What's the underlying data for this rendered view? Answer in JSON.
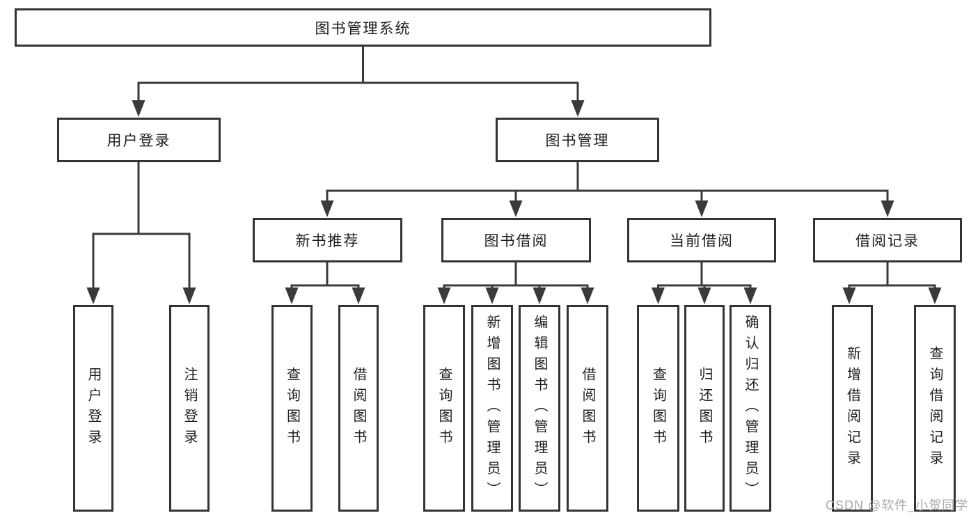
{
  "diagram": {
    "tree": {
      "label": "图书管理系统",
      "children": [
        {
          "label": "用户登录",
          "children": [
            {
              "label": "用户登录"
            },
            {
              "label": "注销登录"
            }
          ]
        },
        {
          "label": "图书管理",
          "children": [
            {
              "label": "新书推荐",
              "children": [
                {
                  "label": "查询图书"
                },
                {
                  "label": "借阅图书"
                }
              ]
            },
            {
              "label": "图书借阅",
              "children": [
                {
                  "label": "查询图书"
                },
                {
                  "label": "新增图书（管理员）"
                },
                {
                  "label": "编辑图书（管理员）"
                },
                {
                  "label": "借阅图书"
                }
              ]
            },
            {
              "label": "当前借阅",
              "children": [
                {
                  "label": "查询图书"
                },
                {
                  "label": "归还图书"
                },
                {
                  "label": "确认归还（管理员）"
                }
              ]
            },
            {
              "label": "借阅记录",
              "children": [
                {
                  "label": "新增借阅记录"
                },
                {
                  "label": "查询借阅记录"
                }
              ]
            }
          ]
        }
      ]
    },
    "colors": {
      "line": "#3a3a3a",
      "box_border": "#333333",
      "text": "#1f1f1f",
      "watermark": "#ababab",
      "background": "#ffffff"
    }
  },
  "watermark": "CSDN @软件_小贺同学"
}
